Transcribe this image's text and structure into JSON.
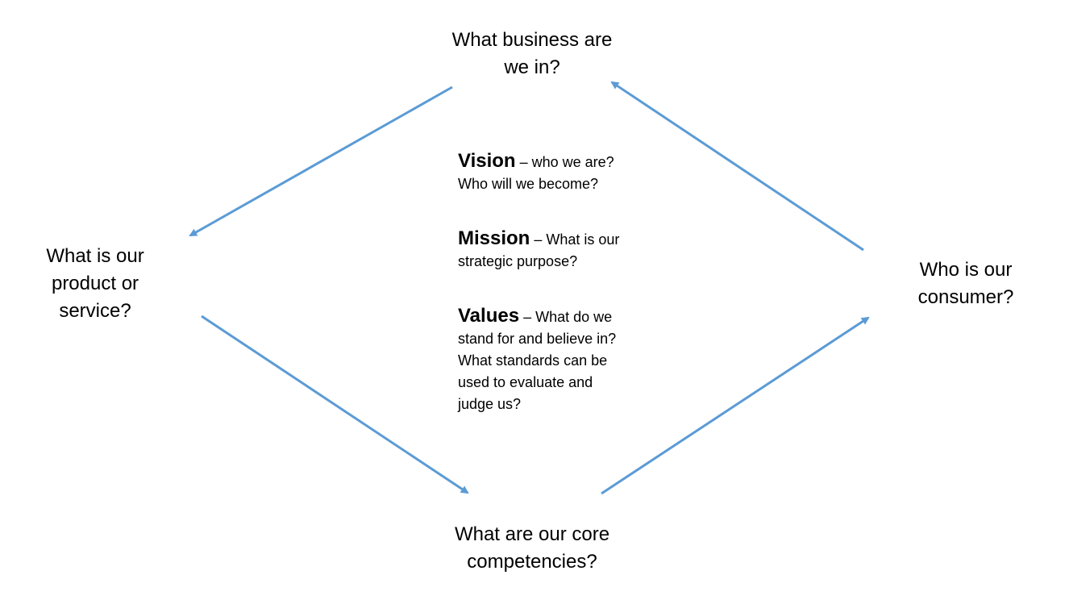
{
  "colors": {
    "arrow": "#5b9bd5",
    "text": "#000000",
    "background": "#ffffff"
  },
  "nodes": {
    "top": {
      "lines": [
        "What business are",
        "we in?"
      ]
    },
    "left": {
      "lines": [
        "What is our",
        "product or",
        "service?"
      ]
    },
    "right": {
      "lines": [
        "Who is our",
        "consumer?"
      ]
    },
    "bottom": {
      "lines": [
        "What are our core",
        "competencies?"
      ]
    }
  },
  "center": {
    "vision": {
      "term": "Vision",
      "dash": " – ",
      "lines": [
        "who we are?",
        "Who will we become?"
      ]
    },
    "mission": {
      "term": "Mission",
      "dash": " – ",
      "lines": [
        "What is our",
        "strategic purpose?"
      ]
    },
    "values": {
      "term": "Values",
      "dash": " – ",
      "lines": [
        "What do we",
        "stand for and believe in?",
        "What standards can be",
        "used to evaluate and",
        "judge us?"
      ]
    }
  }
}
